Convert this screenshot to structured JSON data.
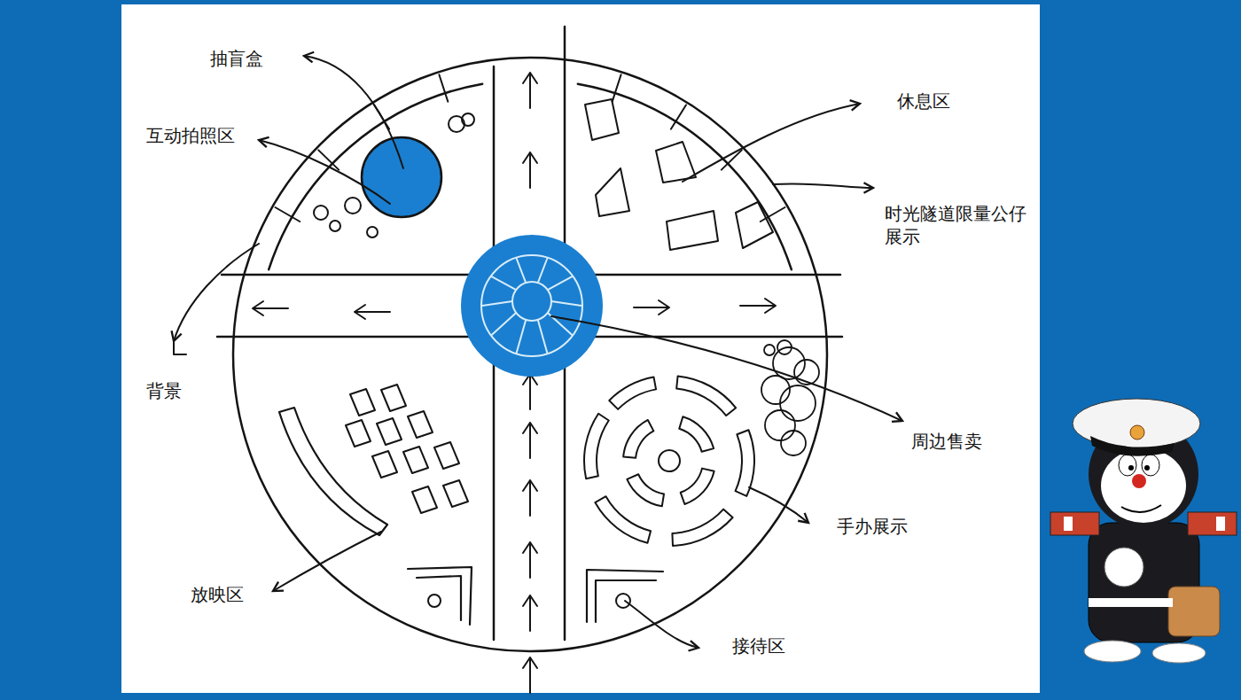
{
  "diagram": {
    "labels": [
      "抽盲盒",
      "互动拍照区",
      "休息区",
      "时光隧道限量公仔 展示",
      "背景",
      "周边售卖",
      "手办展示",
      "放映区",
      "接待区"
    ]
  }
}
